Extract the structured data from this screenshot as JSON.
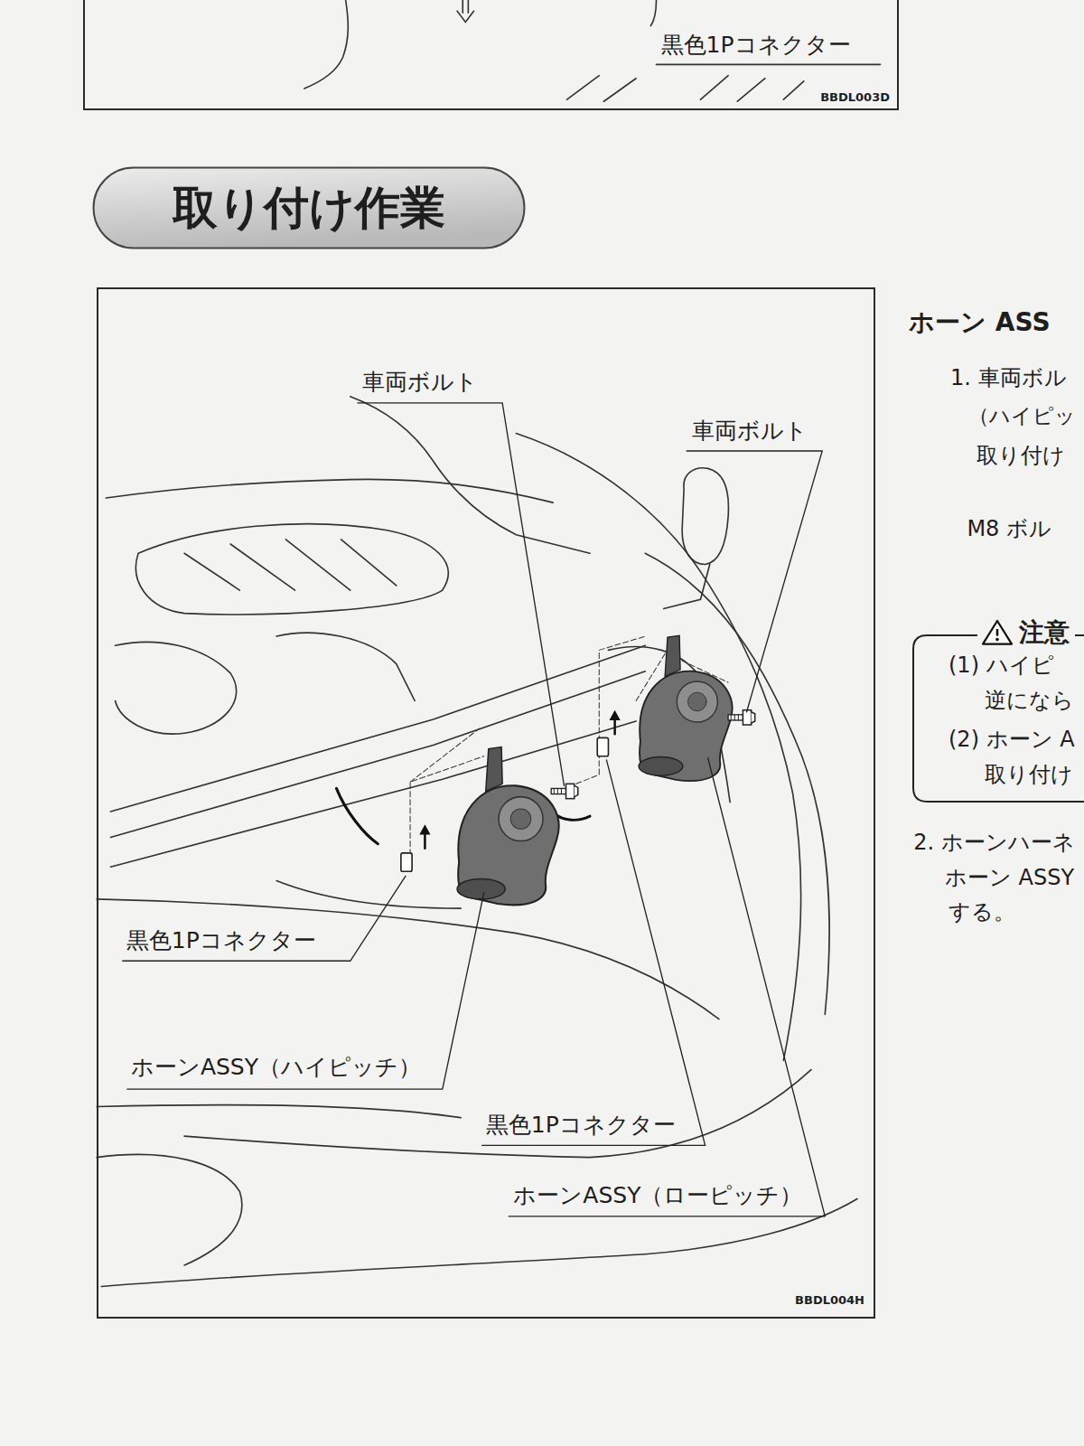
{
  "diagram": {
    "nodes": [
      {
        "text": [
          "BBDL003D"
        ]
      },
      {
        "text": [
          "取り付け作業"
        ]
      },
      {
        "text": [
          "BBDL004H"
        ]
      },
      {
        "text": [
          "注意",
          "(1) ハイピ",
          "逆になら",
          "(2) ホーン A",
          "取り付け"
        ]
      }
    ],
    "labels": [
      "黒色1Pコネクター",
      "車両ボルト",
      "車両ボルト",
      "黒色1Pコネクター",
      "ホーンASSY（ハイピッチ）",
      "黒色1Pコネクター",
      "ホーンASSY（ローピッチ）",
      "ホーン ASS",
      "1. 車両ボル",
      "（ハイピッ",
      "取り付け",
      "M8 ボル",
      "2. ホーンハーネ",
      "ホーン ASSY",
      "する。"
    ]
  }
}
